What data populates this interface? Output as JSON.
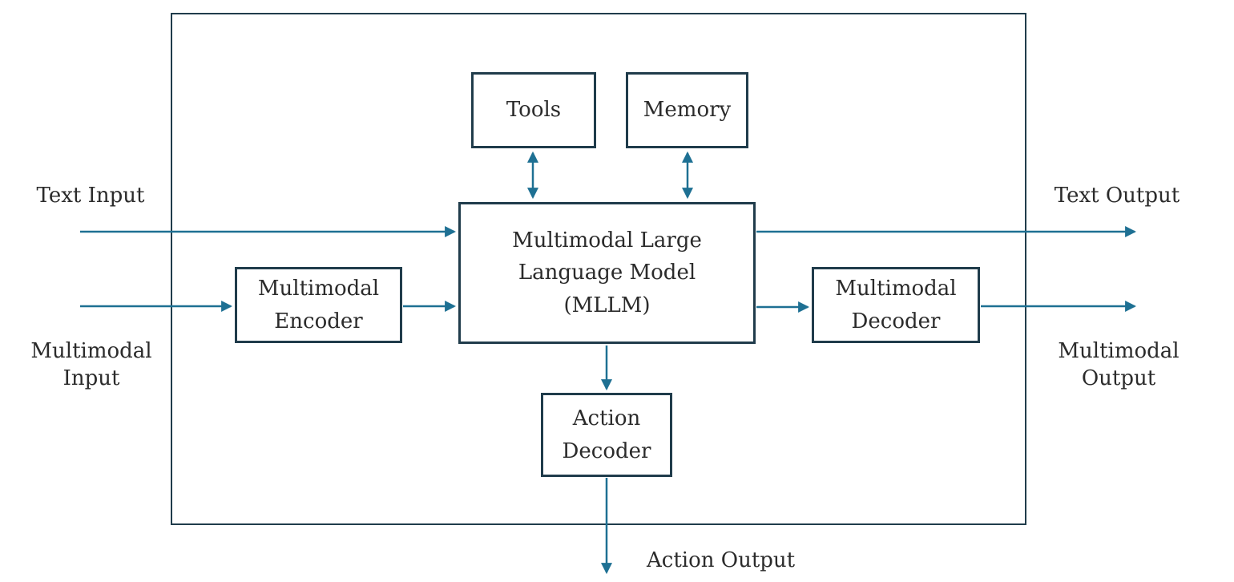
{
  "colors": {
    "border": "#203c4b",
    "arrow": "#1e7093",
    "text": "#2b2b2b",
    "bg": "#ffffff"
  },
  "boxes": {
    "tools": {
      "lines": [
        "Tools"
      ]
    },
    "memory": {
      "lines": [
        "Memory"
      ]
    },
    "mllm": {
      "lines": [
        "Multimodal Large",
        "Language Model",
        "(MLLM)"
      ]
    },
    "encoder": {
      "lines": [
        "Multimodal",
        "Encoder"
      ]
    },
    "decoder": {
      "lines": [
        "Multimodal",
        "Decoder"
      ]
    },
    "action_decoder": {
      "lines": [
        "Action",
        "Decoder"
      ]
    }
  },
  "edge_labels": {
    "text_input": {
      "lines": [
        "Text Input"
      ]
    },
    "multimodal_input": {
      "lines": [
        "Multimodal",
        "Input"
      ]
    },
    "text_output": {
      "lines": [
        "Text Output"
      ]
    },
    "multimodal_output": {
      "lines": [
        "Multimodal",
        "Output"
      ]
    },
    "action_output": {
      "lines": [
        "Action Output"
      ]
    }
  },
  "arrows": [
    {
      "name": "text-input-arrow",
      "from": "text-input",
      "to": "mllm",
      "direction": "right"
    },
    {
      "name": "multimodal-input-arrow",
      "from": "multimodal-input",
      "to": "encoder",
      "direction": "right"
    },
    {
      "name": "encoder-to-mllm-arrow",
      "from": "encoder",
      "to": "mllm",
      "direction": "right"
    },
    {
      "name": "mllm-to-decoder-arrow",
      "from": "mllm",
      "to": "decoder",
      "direction": "right"
    },
    {
      "name": "text-output-arrow",
      "from": "mllm",
      "to": "text-output",
      "direction": "right"
    },
    {
      "name": "multimodal-output-arrow",
      "from": "decoder",
      "to": "multimodal-output",
      "direction": "right"
    },
    {
      "name": "tools-mllm-double-arrow",
      "from": "tools",
      "to": "mllm",
      "direction": "both"
    },
    {
      "name": "memory-mllm-double-arrow",
      "from": "memory",
      "to": "mllm",
      "direction": "both"
    },
    {
      "name": "mllm-to-action-decoder-arrow",
      "from": "mllm",
      "to": "action-decoder",
      "direction": "down"
    },
    {
      "name": "action-output-arrow",
      "from": "action-decoder",
      "to": "action-output",
      "direction": "down"
    }
  ]
}
